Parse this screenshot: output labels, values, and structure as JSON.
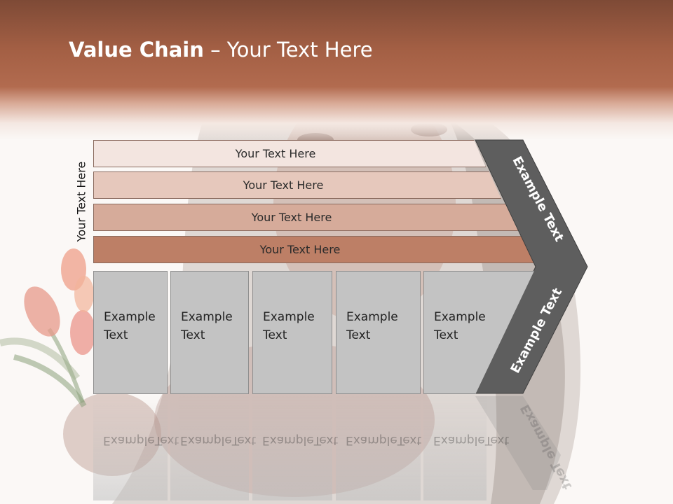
{
  "title": {
    "bold": "Value Chain",
    "rest": " – Your Text Here"
  },
  "side_label": "Your Text Here",
  "bars": [
    {
      "label": "Your Text Here"
    },
    {
      "label": "Your Text Here"
    },
    {
      "label": "Your Text Here"
    },
    {
      "label": "Your Text Here"
    }
  ],
  "boxes": [
    {
      "line1": "Example",
      "line2": "Text"
    },
    {
      "line1": "Example",
      "line2": "Text"
    },
    {
      "line1": "Example",
      "line2": "Text"
    },
    {
      "line1": "Example",
      "line2": "Text"
    },
    {
      "line1": "Example",
      "line2": "Text"
    }
  ],
  "chevron": {
    "upper": "Example Text",
    "lower": "Example Text"
  },
  "colors": {
    "header": "#a35f44",
    "chevron": "#5e5e5e",
    "box": "#c3c3c3"
  }
}
